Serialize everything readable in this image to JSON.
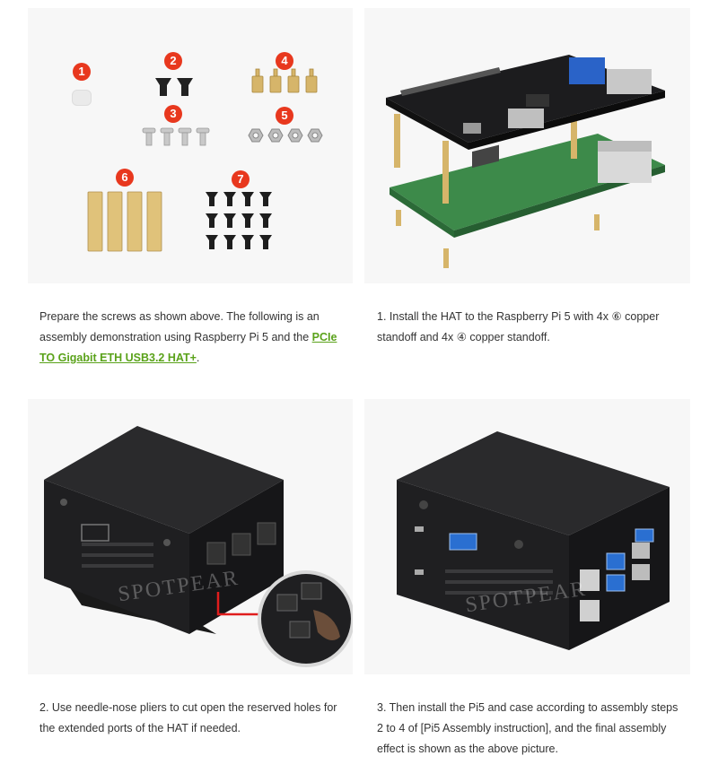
{
  "panels": {
    "parts": {
      "badges": [
        "1",
        "2",
        "3",
        "4",
        "5",
        "6",
        "7"
      ]
    },
    "case_open": {
      "watermark": "SPOTPEAR"
    },
    "case_final": {
      "watermark": "SPOTPEAR"
    }
  },
  "captions": {
    "intro": {
      "text": "Prepare the screws as shown above. The following is an assembly demonstration using Raspberry Pi 5 and the ",
      "link": "PCIe TO Gigabit ETH USB3.2 HAT+",
      "suffix": "."
    },
    "step1": "1. Install the HAT to the Raspberry Pi 5 with 4x ⑥ copper standoff and 4x ④ copper standoff.",
    "step2": "2. Use needle-nose pliers to cut open the reserved holes for the extended ports of the HAT if needed.",
    "step3": "3. Then install the Pi5 and case according to assembly steps 2 to 4 of [Pi5 Assembly instruction], and the final assembly effect is shown as the above picture."
  },
  "colors": {
    "badge": "#e8381e",
    "link": "#5aa21a",
    "panel_bg": "#f7f7f7",
    "pcb_green": "#3d8a4a",
    "hat_black": "#1c1c1e",
    "brass": "#d6b56a"
  }
}
